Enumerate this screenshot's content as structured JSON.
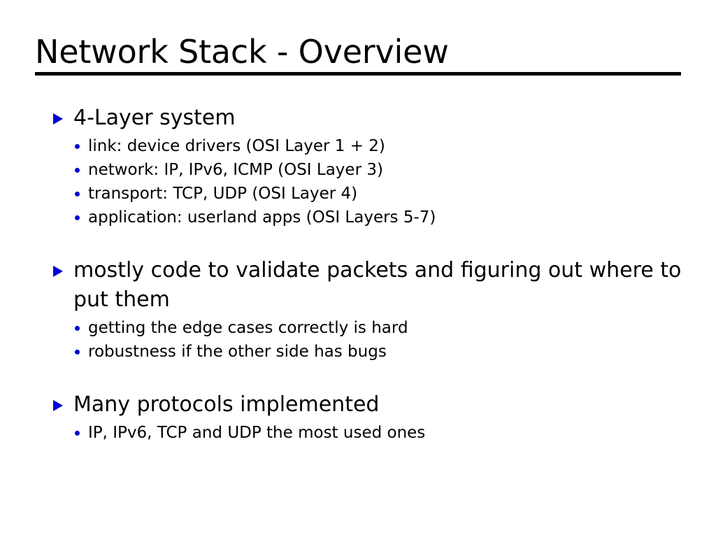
{
  "slide": {
    "title": "Network Stack - Overview",
    "background_color": "#ffffff",
    "text_color": "#000000",
    "bullet_color": "#0000d4",
    "rule_color": "#000000",
    "bullet_level1_icon": "blue-triangle-bullet",
    "bullet_level2_icon": "blue-dot-bullet",
    "groups": [
      {
        "heading": "4-Layer system",
        "items": [
          "link: device drivers (OSI Layer 1 + 2)",
          "network: IP, IPv6, ICMP (OSI Layer 3)",
          "transport: TCP, UDP (OSI Layer 4)",
          "application: userland apps (OSI Layers 5-7)"
        ]
      },
      {
        "heading": "mostly code to validate packets and figuring out where to put them",
        "items": [
          "getting the edge cases correctly is hard",
          "robustness if the other side has bugs"
        ]
      },
      {
        "heading": "Many protocols implemented",
        "items": [
          "IP, IPv6, TCP and UDP the most used ones"
        ]
      }
    ]
  }
}
